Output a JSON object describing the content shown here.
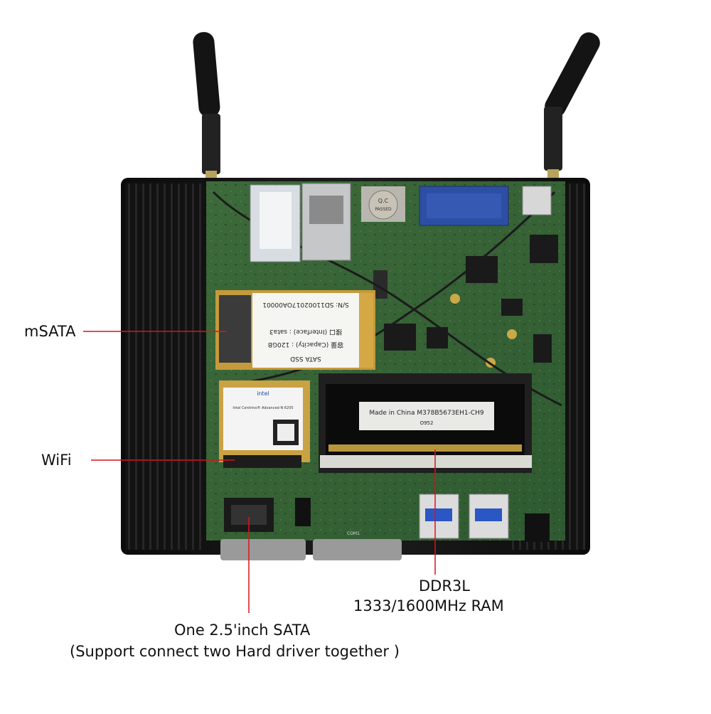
{
  "callouts": {
    "msata": "mSATA",
    "wifi": "WiFi",
    "ram_line1": "DDR3L",
    "ram_line2": "1333/1600MHz RAM",
    "sata_line1": "One 2.5'inch SATA",
    "sata_line2": "(Support connect two Hard driver together )"
  },
  "board_text": {
    "ssd_serial": "S/N: SD11002017OA00001",
    "ssd_interface": "接口 (Interface) : sata3",
    "ssd_capacity": "容量 (Capacity) : 120GB",
    "ssd_type": "SATA SSD",
    "ram_label": "Made in China M378B5673EH1-CH9",
    "ram_code": "O952",
    "qc_sticker_1": "Q.C",
    "qc_sticker_2": "PASSED",
    "wifi_brand": "intel",
    "wifi_model": "Intel Centrino® Advanced-N 6205",
    "com_port": "COM1"
  },
  "colors": {
    "callout_line": "#d9141a",
    "case": "#161616",
    "pcb": "#3f6b3c",
    "vga_port": "#2d4fa3"
  }
}
